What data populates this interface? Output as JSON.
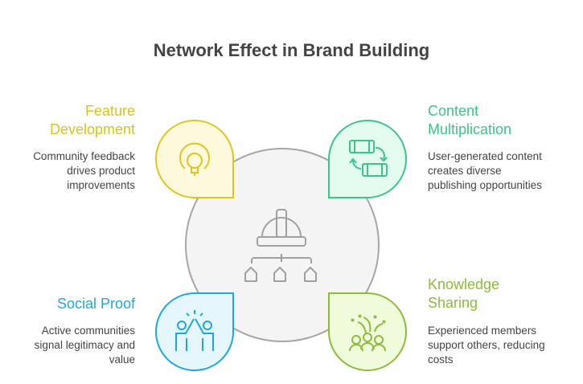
{
  "title": "Network Effect in Brand Building",
  "items": [
    {
      "title_line1": "Feature",
      "title_line2": "Development",
      "desc": [
        "Community feedback",
        "drives product",
        "improvements"
      ],
      "color": "#d8c41f",
      "fill": "#fdf9dc",
      "icon": "gear-lightbulb-icon"
    },
    {
      "title_line1": "Content",
      "title_line2": "Multiplication",
      "desc": [
        "User-generated content",
        "creates diverse",
        "publishing opportunities"
      ],
      "color": "#3cc48a",
      "fill": "#e3fcef",
      "icon": "content-exchange-icon"
    },
    {
      "title_line1": "Social Proof",
      "desc": [
        "Active communities",
        "signal legitimacy and",
        "value"
      ],
      "color": "#1fa8dc",
      "fill": "#e6f6fd",
      "icon": "high-five-icon"
    },
    {
      "title_line1": "Knowledge",
      "title_line2": "Sharing",
      "desc": [
        "Experienced members",
        "support others, reducing",
        "costs"
      ],
      "color": "#8dbb3c",
      "fill": "#f0fbdc",
      "icon": "group-sharing-icon"
    }
  ],
  "center_icon": "helmet-hierarchy-icon"
}
